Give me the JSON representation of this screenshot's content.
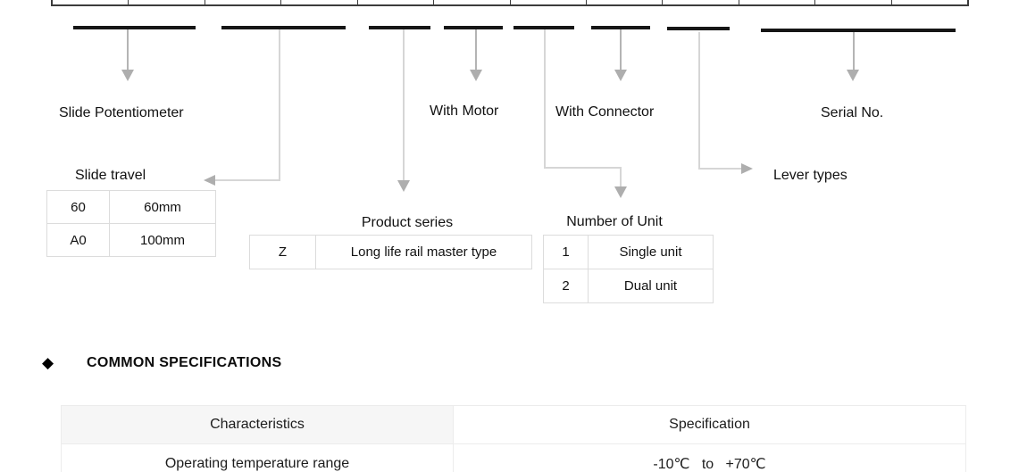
{
  "diagram": {
    "part_code_table": {
      "columns": 12
    },
    "labels": {
      "slide_potentiometer": "Slide Potentiometer",
      "slide_travel": "Slide travel",
      "product_series": "Product series",
      "with_motor": "With Motor",
      "number_of_unit": "Number of Unit",
      "with_connector": "With Connector",
      "lever_types": "Lever types",
      "serial_no": "Serial No."
    },
    "slide_travel_table": {
      "rows": [
        {
          "code": "60",
          "value": "60mm"
        },
        {
          "code": "A0",
          "value": "100mm"
        }
      ]
    },
    "product_series_table": {
      "rows": [
        {
          "code": "Z",
          "value": "Long life rail master type"
        }
      ]
    },
    "number_of_unit_table": {
      "rows": [
        {
          "code": "1",
          "value": "Single unit"
        },
        {
          "code": "2",
          "value": "Dual unit"
        }
      ]
    }
  },
  "specs": {
    "bullet": "◆",
    "title": "COMMON SPECIFICATIONS",
    "table": {
      "headers": {
        "characteristics": "Characteristics",
        "specification": "Specification"
      },
      "rows": [
        {
          "characteristic": "Operating temperature range",
          "specification": "-10℃   to   +70℃"
        }
      ]
    }
  },
  "colors": {
    "underline_bar": "#161616",
    "arrow_gray": "#b4b4b4",
    "connector_gray": "#d6d6d6",
    "table_border": "#dcdcdc",
    "spec_header_bg": "#f6f6f6"
  }
}
